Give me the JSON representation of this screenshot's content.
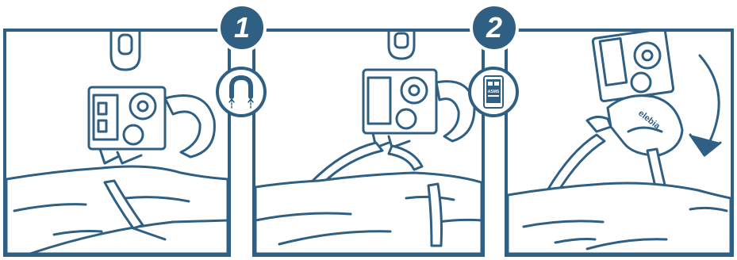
{
  "steps": [
    {
      "number": "1",
      "action_icon": "magnet-icon"
    },
    {
      "number": "2",
      "action_icon": "smartphone-app-icon"
    }
  ],
  "phone_screen_text": "ASMS",
  "brand_text": "elebia",
  "colors": {
    "outline": "#2f5f82",
    "background": "#ffffff",
    "fill": "#2f5f82"
  }
}
